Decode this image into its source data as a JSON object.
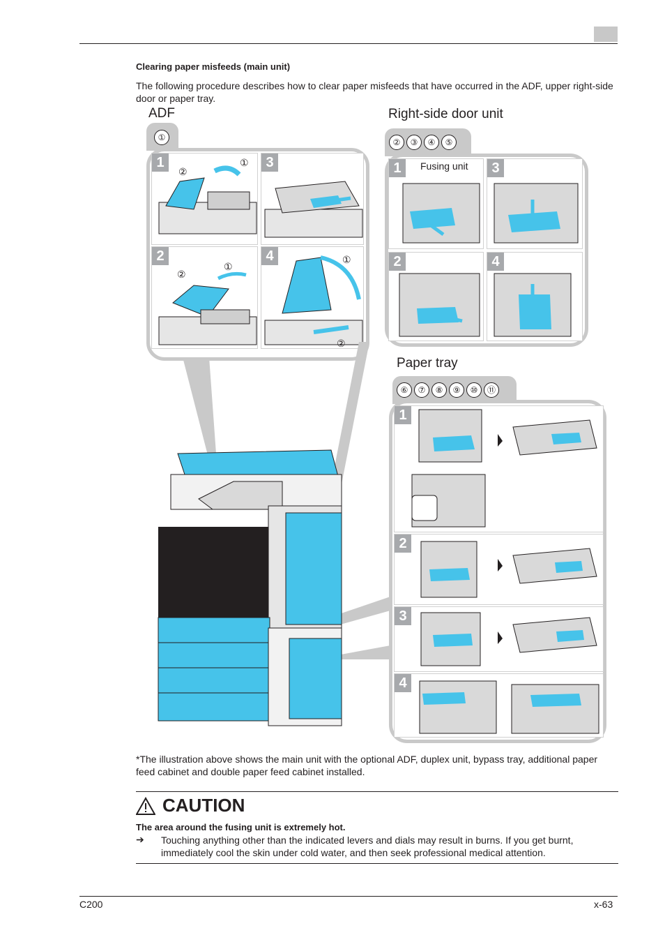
{
  "header": {
    "section_heading": "Clearing paper misfeeds (main unit)"
  },
  "intro": "The following procedure describes how to clear paper misfeeds that have occurred in the ADF, upper right-side door or paper tray.",
  "figure": {
    "adf": {
      "title": "ADF",
      "markers": [
        "①"
      ],
      "steps": [
        "1",
        "2",
        "3",
        "4"
      ]
    },
    "right_door": {
      "title": "Right-side door unit",
      "markers": [
        "②",
        "③",
        "④",
        "⑤"
      ],
      "steps": [
        "1",
        "2",
        "3",
        "4"
      ],
      "fusing_label": "Fusing unit"
    },
    "paper_tray": {
      "title": "Paper tray",
      "markers": [
        "⑥",
        "⑦",
        "⑧",
        "⑨",
        "⑩",
        "⑪"
      ],
      "steps": [
        "1",
        "2",
        "3",
        "4"
      ]
    },
    "callouts": {
      "one": "①",
      "two": "②"
    }
  },
  "note": "*The illustration above shows the main unit with the optional ADF, duplex unit, bypass tray, additional paper feed cabinet and double paper feed cabinet installed.",
  "caution": {
    "label": "CAUTION",
    "heading": "The area around the fusing unit is extremely hot.",
    "arrow": "➔",
    "text": "Touching anything other than the indicated levers and dials may result in burns. If you get burnt, immediately cool the skin under cold water, and then seek professional medical attention."
  },
  "footer": {
    "model": "C200",
    "page": "x-63"
  },
  "colors": {
    "accent": "#46c3ea",
    "panel": "#c9c9c9",
    "text": "#231f20"
  }
}
